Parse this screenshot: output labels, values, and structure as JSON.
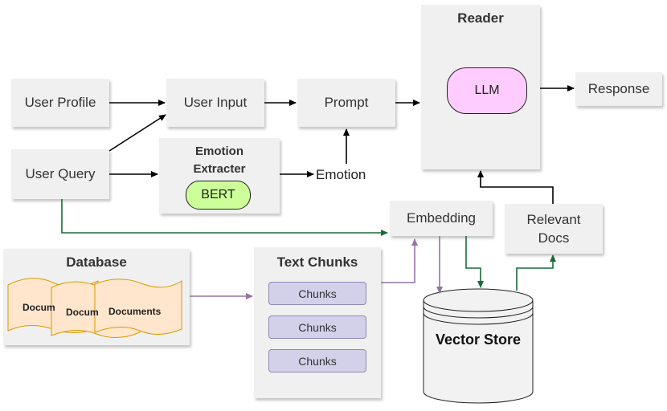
{
  "nodes": {
    "reader": "Reader",
    "llm": "LLM",
    "response": "Response",
    "user_profile": "User Profile",
    "user_input": "User Input",
    "prompt": "Prompt",
    "user_query": "User Query",
    "emotion_extracter_line1": "Emotion",
    "emotion_extracter_line2": "Extracter",
    "bert": "BERT",
    "emotion": "Emotion",
    "embedding": "Embedding",
    "relevant_docs_line1": "Relevant",
    "relevant_docs_line2": "Docs",
    "database": "Database",
    "text_chunks": "Text Chunks",
    "vector_store": "Vector Store",
    "documents": [
      "Docum",
      "Docum",
      "Documents"
    ],
    "chunks": [
      "Chunks",
      "Chunks",
      "Chunks"
    ]
  },
  "colors": {
    "llm_fill": "#ffccff",
    "bert_fill": "#ccff99",
    "chunk_fill": "#d3d0ea",
    "doc_fill": "#ffe6cc",
    "doc_stroke": "#d79b00",
    "green_arrow": "#1a6b3a",
    "purple_arrow": "#9673a6"
  }
}
